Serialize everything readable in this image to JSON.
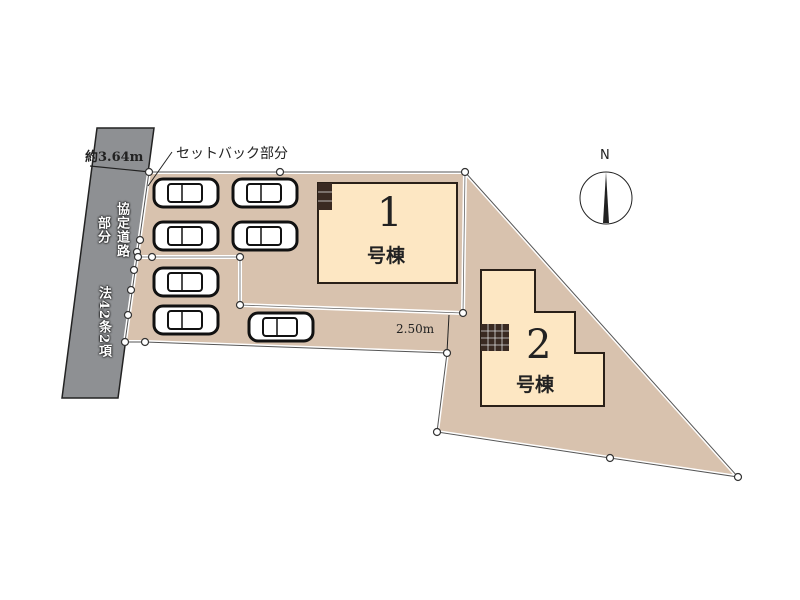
{
  "road": {
    "width_label": "約3.64m",
    "agreement_label": [
      "協定道路",
      "部分"
    ],
    "article_label": "法42条2項"
  },
  "setback_label": "セットバック部分",
  "passage_width_label": "2.50m",
  "compass": {
    "label": "N"
  },
  "buildings": [
    {
      "number": "1",
      "suffix": "号棟"
    },
    {
      "number": "2",
      "suffix": "号棟"
    }
  ],
  "parking_spaces": 7,
  "colors": {
    "lot": "#d8c2ae",
    "building": "#fde7c3",
    "road": "#8e9093",
    "outline": "#2a2018"
  }
}
